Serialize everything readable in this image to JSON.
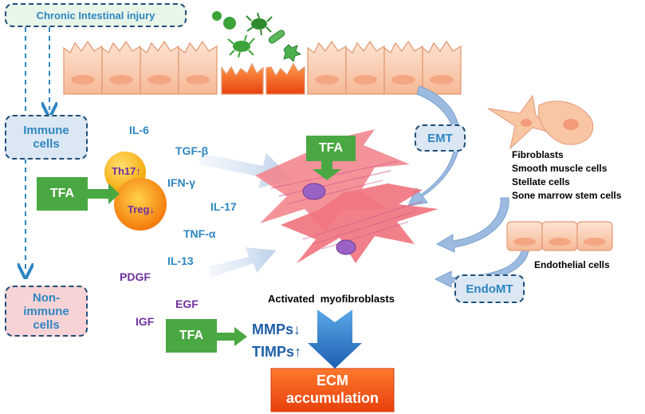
{
  "labels": {
    "injury": "Chronic Intestinal injury",
    "immune_cells": "Immune cells",
    "non_immune_cells": "Non-immune cells",
    "emt": "EMT",
    "endomt": "EndoMT",
    "tfa": "TFA",
    "th17": "Th17↑",
    "treg": "Treg↓",
    "activated": "Activated  myofibroblasts",
    "mmps": "MMPs↓",
    "timps": "TIMPs↑",
    "ecm": "ECM accumulation",
    "endothelial": "Endothelial cells",
    "sources": [
      "Fibroblasts",
      "Smooth muscle cells",
      "Stellate cells",
      "Sone marrow stem cells"
    ]
  },
  "cytokines": {
    "il6": "IL-6",
    "tgfb": "TGF-β",
    "ifng": "IFN-γ",
    "il17": "IL-17",
    "tnfa": "TNF-α",
    "il13": "IL-13",
    "pdgf": "PDGF",
    "egf": "EGF",
    "igf": "IGF"
  },
  "colors": {
    "dashed_border": "#1f4e79",
    "injury_bg": "#e8f5e9",
    "immune_bg": "#dbe7f3",
    "nonimmune_bg": "#f8d3d6",
    "tfa_green": "#4aa842",
    "cytokine_blue": "#2e86c1",
    "growth_factor_purple": "#7030a0",
    "ecm_orange": "#ff5a1a",
    "cell_peach": "#fbd0b4",
    "myofibroblast_pink": "#f07f8a"
  }
}
